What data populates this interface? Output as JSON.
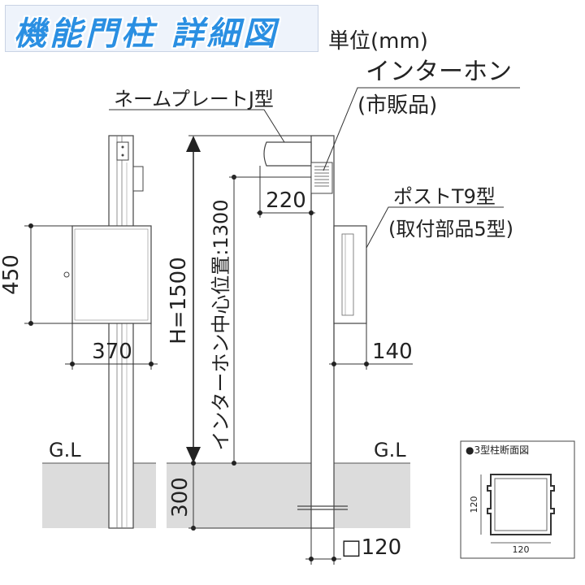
{
  "title": "機能門柱 詳細図",
  "unit": "単位(mm)",
  "labels": {
    "intercom": "インターホン",
    "intercom_sub": "(市販品)",
    "nameplate": "ネームプレートJ型",
    "post": "ポストT9型",
    "post_sub": "(取付部品5型)",
    "gl_left": "G.L",
    "gl_right": "G.L",
    "height": "H=1500",
    "intercom_center": "インターホン中心位置:1300"
  },
  "dimensions": {
    "mailbox_height": "450",
    "mailbox_width": "370",
    "nameplate_offset": "220",
    "post_offset": "140",
    "burial_depth": "300",
    "column_size": "□120"
  },
  "section_inset": {
    "title": "●3型柱断面図",
    "width_label": "120",
    "height_label": "120"
  }
}
